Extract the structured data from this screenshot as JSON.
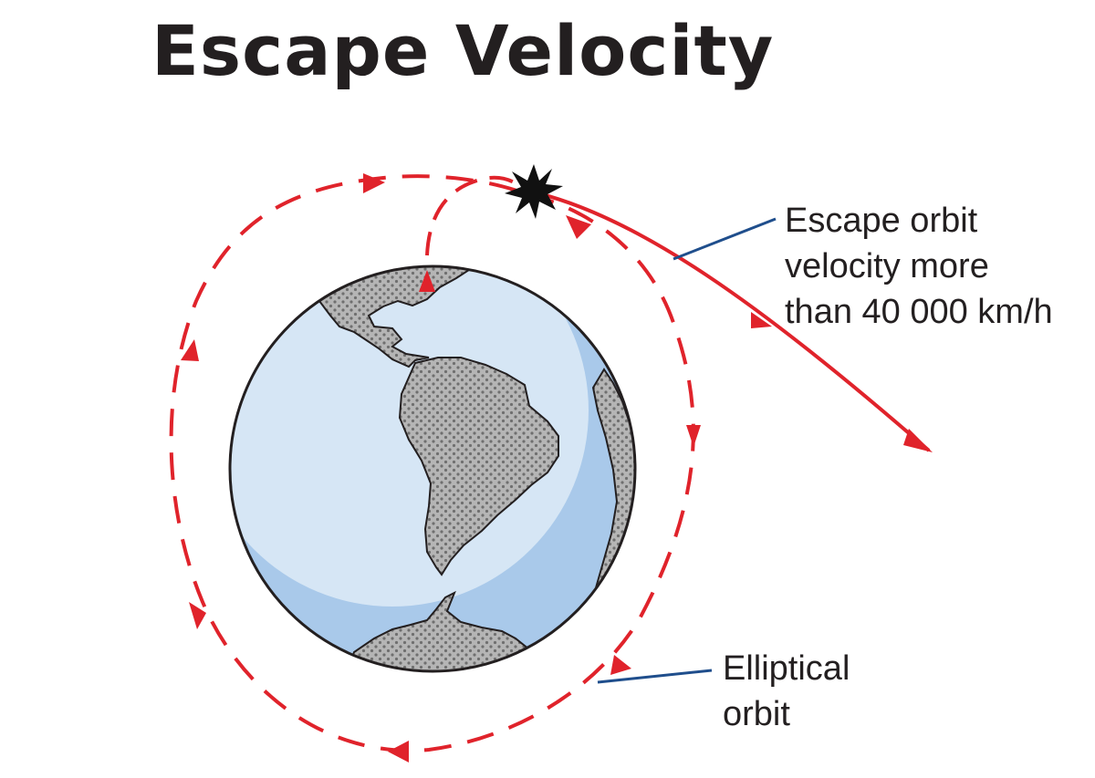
{
  "title": "Escape Velocity",
  "labels": {
    "escape_orbit": {
      "lines": [
        "Escape orbit",
        "velocity more",
        "than 40 000 km/h"
      ]
    },
    "elliptical_orbit": {
      "lines": [
        "Elliptical",
        "orbit"
      ]
    }
  },
  "colors": {
    "orbit_path": "#e0232b",
    "leader_line": "#1f4e8c",
    "ocean_light": "#d6e6f5",
    "ocean_dark": "#a9c9ea",
    "land": "#b5b5b5",
    "land_dots": "#6f6f6f",
    "earth_outline": "#231f20",
    "burst": "#111111"
  },
  "icons": {
    "burst": "explosion-star-icon",
    "earth": "earth-globe-icon"
  }
}
